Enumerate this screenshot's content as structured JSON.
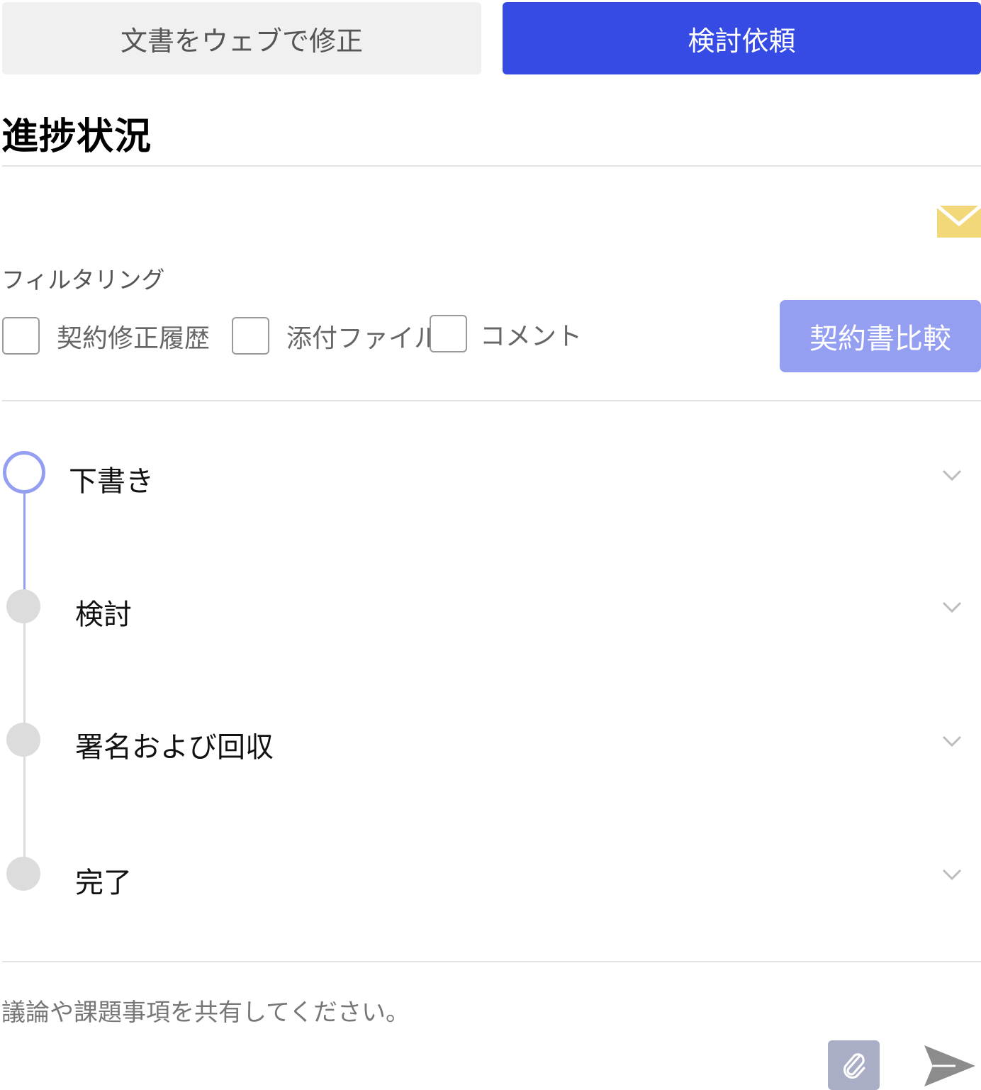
{
  "top_buttons": {
    "edit_label": "文書をウェブで修正",
    "review_label": "検討依頼"
  },
  "section": {
    "title": "進捗状況"
  },
  "filter": {
    "label": "フィルタリング",
    "options": [
      {
        "label": "契約修正履歴",
        "checked": false
      },
      {
        "label": "添付ファイル",
        "checked": false
      },
      {
        "label": "コメント",
        "checked": false
      }
    ],
    "compare_label": "契約書比較"
  },
  "steps": [
    {
      "label": "下書き",
      "state": "active"
    },
    {
      "label": "検討",
      "state": "inactive"
    },
    {
      "label": "署名および回収",
      "state": "inactive"
    },
    {
      "label": "完了",
      "state": "inactive"
    }
  ],
  "comment": {
    "placeholder": "議論や課題事項を共有してください。"
  },
  "colors": {
    "primary": "#364be3",
    "primary_light": "#959ff2",
    "mail": "#f2d878",
    "inactive_step": "#dcdcdc"
  },
  "icons": {
    "mail": "mail-icon",
    "chevron": "chevron-down-icon",
    "attach": "paperclip-icon",
    "send": "send-icon"
  }
}
